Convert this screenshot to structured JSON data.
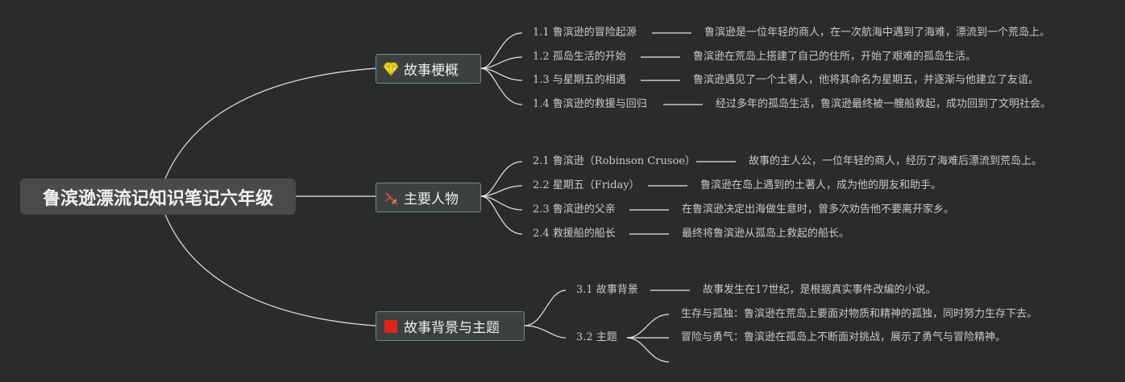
{
  "root": {
    "title": "鲁滨逊漂流记知识笔记六年级"
  },
  "topics": [
    {
      "icon": "diamond-icon",
      "label": "故事梗概",
      "items": [
        {
          "label": "1.1 鲁滨逊的冒险起源",
          "desc": "鲁滨逊是一位年轻的商人，在一次航海中遇到了海难，漂流到一个荒岛上。"
        },
        {
          "label": "1.2 孤岛生活的开始",
          "desc": "鲁滨逊在荒岛上搭建了自己的住所，开始了艰难的孤岛生活。"
        },
        {
          "label": "1.3 与星期五的相遇",
          "desc": "鲁滨逊遇见了一个土著人，他将其命名为星期五，并逐渐与他建立了友谊。"
        },
        {
          "label": "1.4 鲁滨逊的救援与回归",
          "desc": "经过多年的孤岛生活，鲁滨逊最终被一艘船救起，成功回到了文明社会。"
        }
      ]
    },
    {
      "icon": "sword-icon",
      "label": "主要人物",
      "items": [
        {
          "label": "2.1 鲁滨逊（Robinson Crusoe）",
          "desc": "故事的主人公，一位年轻的商人，经历了海难后漂流到荒岛上。"
        },
        {
          "label": "2.2 星期五（Friday）",
          "desc": "鲁滨逊在岛上遇到的土著人，成为他的朋友和助手。"
        },
        {
          "label": "2.3 鲁滨逊的父亲",
          "desc": "在鲁滨逊决定出海做生意时，曾多次劝告他不要离开家乡。"
        },
        {
          "label": "2.4 救援船的船长",
          "desc": "最终将鲁滨逊从孤岛上救起的船长。"
        }
      ]
    },
    {
      "icon": "red-flag-icon",
      "label": "故事背景与主题",
      "items": [
        {
          "label": "3.1 故事背景",
          "desc": "故事发生在17世纪，是根据真实事件改编的小说。"
        },
        {
          "label": "3.2 主题",
          "descs": [
            "生存与孤独：鲁滨逊在荒岛上要面对物质和精神的孤独，同时努力生存下去。",
            "冒险与勇气：鲁滨逊在孤岛上不断面对挑战，展示了勇气与冒险精神。"
          ]
        }
      ]
    }
  ],
  "colors": {
    "background": "#2b2b2b",
    "connector": "#e6e6e6",
    "topic_border": "#6b8b86",
    "flag_red": "#e0231b",
    "diamond_yellow": "#f5e03a"
  }
}
